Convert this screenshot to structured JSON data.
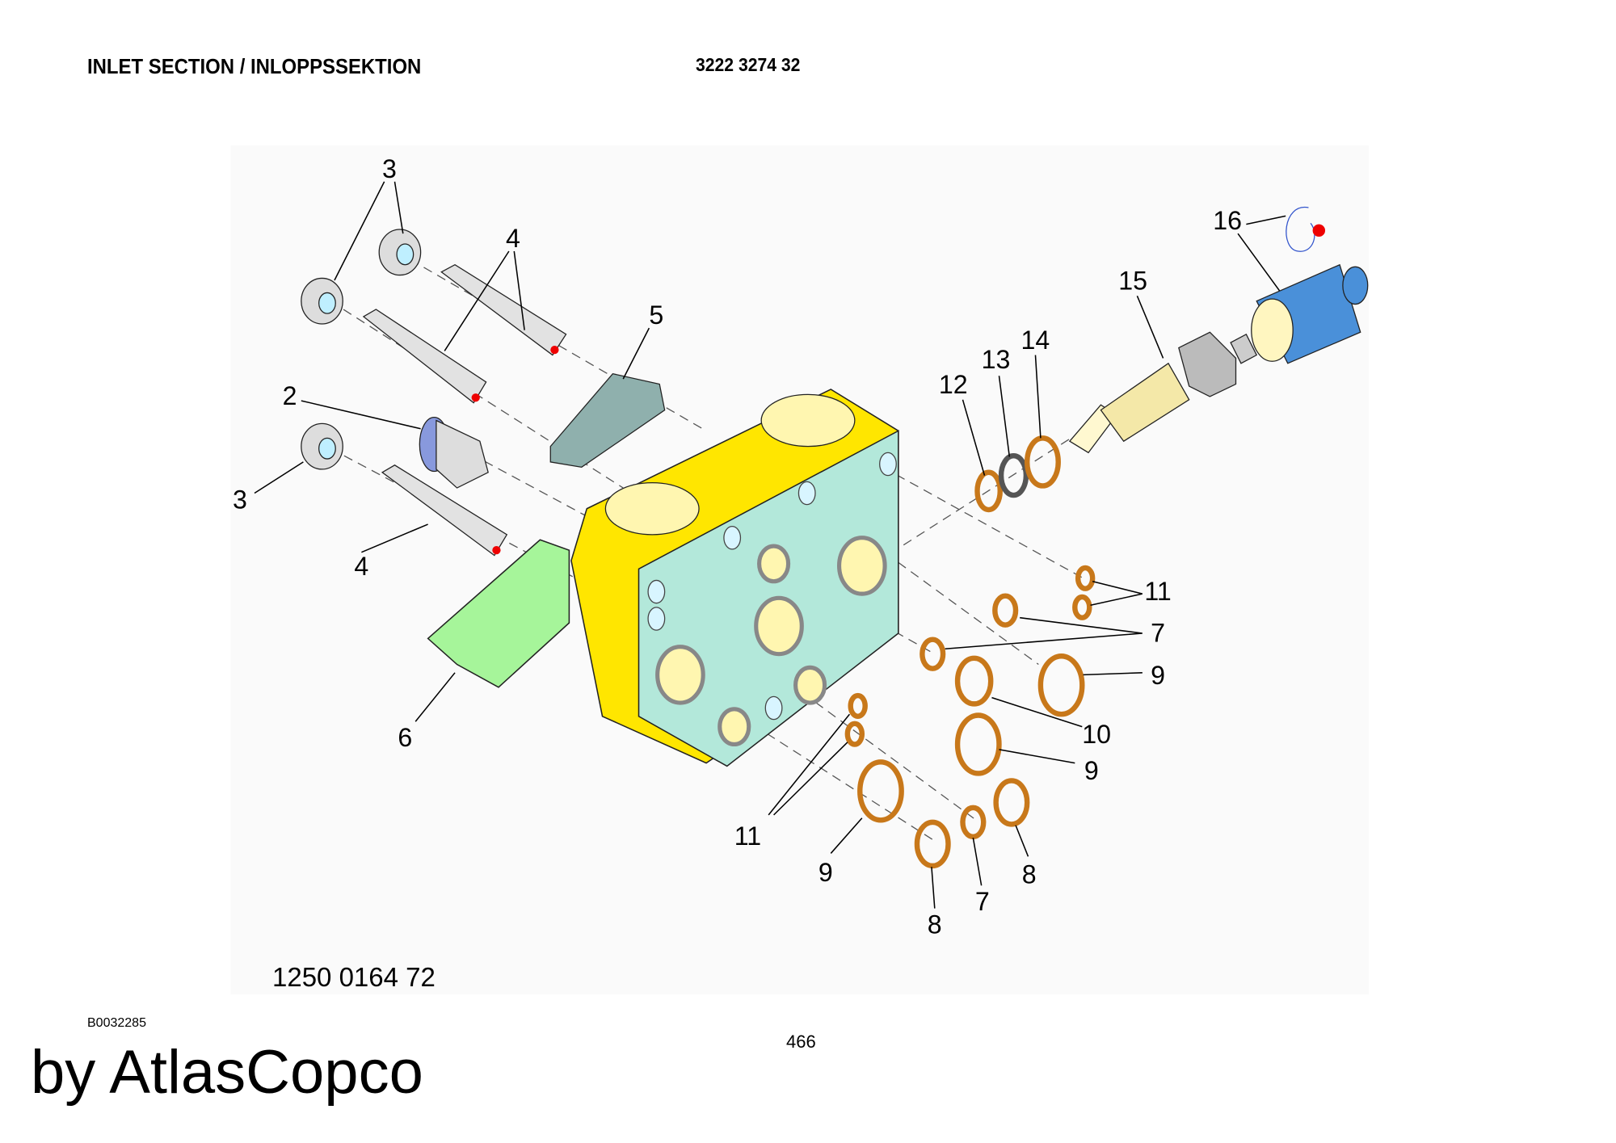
{
  "header": {
    "title": "INLET SECTION / INLOPPSSEKTION",
    "part_number": "3222 3274 32"
  },
  "diagram": {
    "kit_number": "1250 0164 72",
    "callouts": [
      "3",
      "3",
      "4",
      "4",
      "5",
      "2",
      "6",
      "16",
      "15",
      "14",
      "13",
      "12",
      "11",
      "7",
      "9",
      "10",
      "9",
      "11",
      "9",
      "8",
      "7",
      "8"
    ]
  },
  "footer": {
    "drawing_number": "B0032285",
    "page_number": "466",
    "brand": "by AtlasCopco"
  },
  "colors": {
    "body": "#ffe600",
    "face": "#b3e8da",
    "bracket": "#a6f59a",
    "coil": "#4a90d9",
    "oring": "#c8781a"
  }
}
